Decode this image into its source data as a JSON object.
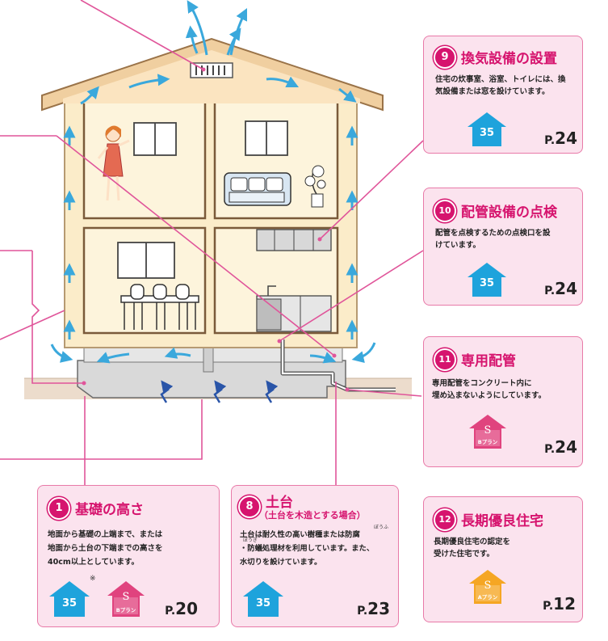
{
  "colors": {
    "accent": "#d6146e",
    "card_bg": "#fbe3ee",
    "card_border": "#e87aa8",
    "blue_badge": "#1ea3dc",
    "pink_badge": "#e0437e",
    "orange_badge": "#f5a623",
    "airflow": "#3aa8dc",
    "wall": "#fbecc9",
    "roof_edge": "#a47a52"
  },
  "cards": {
    "c9": {
      "num": "9",
      "title": "換気設備の設置",
      "lines": [
        "住宅の炊事室、浴室、トイレには、換",
        "気設備または窓を設けています。"
      ],
      "badge": "35",
      "page_p": "P.",
      "page_n": "24"
    },
    "c10": {
      "num": "10",
      "title": "配管設備の点検",
      "lines": [
        "配管を点検するための点検口を設",
        "けています。"
      ],
      "badge": "35",
      "page_p": "P.",
      "page_n": "24"
    },
    "c11": {
      "num": "11",
      "title": "専用配管",
      "lines": [
        "専用配管をコンクリート内に",
        "埋め込まないようにしています。"
      ],
      "badge_s": "S",
      "badge_plan": "Bプラン",
      "page_p": "P.",
      "page_n": "24"
    },
    "c1": {
      "num": "1",
      "title": "基礎の高さ",
      "lines": [
        "地面から基礎の上端まで、または",
        "地面から土台の下端までの高さを",
        "40cm以上としています。"
      ],
      "badge": "35",
      "note": "※",
      "badge_s": "S",
      "badge_plan": "Bプラン",
      "page_p": "P.",
      "page_n": "20"
    },
    "c8": {
      "num": "8",
      "title": "土台",
      "subtitle": "（土台を木造とする場合）",
      "lines": [
        "土台は耐久性の高い樹種または防腐",
        "・防蟻処理材を利用しています。また、",
        "水切りを設けています。"
      ],
      "ruby1": "ぼうふ",
      "ruby2": "ぼうぎ",
      "badge": "35",
      "page_p": "P.",
      "page_n": "23"
    },
    "c12": {
      "num": "12",
      "title": "長期優良住宅",
      "lines": [
        "長期優良住宅の認定を",
        "受けた住宅です。"
      ],
      "badge_s": "S",
      "badge_plan": "Aプラン",
      "page_p": "P.",
      "page_n": "12"
    }
  }
}
